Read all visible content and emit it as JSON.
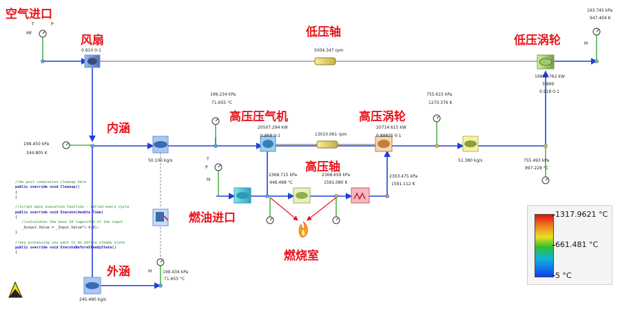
{
  "labels": {
    "air_inlet": "空气进口",
    "fan": "风扇",
    "lp_shaft": "低压轴",
    "lp_turbine": "低压涡轮",
    "core_duct": "内涵",
    "hp_compressor": "高压压气机",
    "hp_turbine": "高压涡轮",
    "hp_shaft": "高压轴",
    "fuel_inlet": "燃油进口",
    "combustor": "燃烧室",
    "bypass_duct": "外涵"
  },
  "readouts": {
    "inlet_t": "T",
    "inlet_p": "P",
    "inlet_mf": "MF",
    "fan_ratio": "0.910 0-1",
    "lp_speed": "5004.347 rpm",
    "lpt_p": "193.745 kPa",
    "lpt_t": "947.404 K",
    "lpt_m": "M",
    "lpt_power": "19993.762 kW",
    "lpt_ratio1": "3.899",
    "lpt_ratio2": "0.918 0-1",
    "hpc_p": "199.234 kPa",
    "hpc_t": "71.655 °C",
    "core_p": "199.450 kPa",
    "core_t": "344.805 K",
    "core_flow": "50.100 kg/s",
    "hpc_power": "20507.294 kW",
    "hpc_ratio": "0.868 0-1",
    "hp_speed": "13010.061 rpm",
    "hpt_p": "755.615 kPa",
    "hpt_t": "1270.376 K",
    "hpt_power": "20714.615 kW",
    "hpt_ratio": "0.89835 0-1",
    "lpt_out_flow": "51.380 kg/s",
    "nozzle_p": "755.493 kPa",
    "nozzle_t": "997.228 °C",
    "fuel_t": "T",
    "fuel_p": "P",
    "fuel_m": "M",
    "comb_in_p": "2368.715 kPa",
    "comb_in_t": "446.498 °C",
    "comb_p": "2368.659 kPa",
    "comb_t": "1591.080 K",
    "hpt_in_p": "2303.475 kPa",
    "hpt_in_t": "1591.112 K",
    "bypass_m": "M",
    "bypass_p": "199.434 kPa",
    "bypass_t": "71.653 °C",
    "bypass_flow": "245.490 kg/s"
  },
  "code_lines": [
    {
      "cls": "c",
      "text": "//do post simulation cleanup here"
    },
    {
      "cls": "k",
      "text": "public override void Cleanup()"
    },
    {
      "cls": "n",
      "text": "{"
    },
    {
      "cls": "n",
      "text": "}"
    },
    {
      "cls": "n",
      "text": " "
    },
    {
      "cls": "c",
      "text": "//script main execution function - called every cycle"
    },
    {
      "cls": "k",
      "text": "public override void Execute(double Time)"
    },
    {
      "cls": "n",
      "text": "{"
    },
    {
      "cls": "c",
      "text": "   //calculates the base 10 logarithm of the input"
    },
    {
      "cls": "n",
      "text": "   _Output.Value = _Input.Value*(-4.9);"
    },
    {
      "cls": "n",
      "text": "}"
    },
    {
      "cls": "n",
      "text": " "
    },
    {
      "cls": "c",
      "text": "//any processing you want to do before steady state"
    },
    {
      "cls": "k",
      "text": "public override void ExecuteBeforeSteadyState()"
    },
    {
      "cls": "n",
      "text": "{"
    }
  ],
  "legend": {
    "max": "1317.9621 °C",
    "mid": "661.481 °C",
    "min": "5 °C"
  },
  "colors": {
    "flow_line": "#1f3fd8",
    "shaft_line": "#9a9a9a",
    "label_red": "#e8141b",
    "gauge_line": "#2aa02a"
  }
}
